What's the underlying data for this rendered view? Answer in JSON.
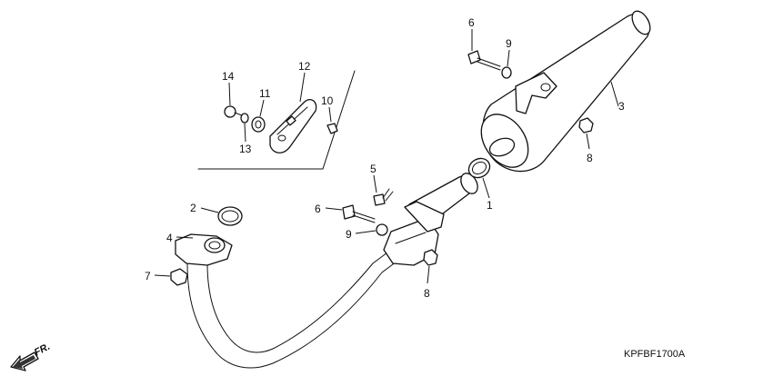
{
  "callouts": [
    {
      "id": "c1",
      "text": "1"
    },
    {
      "id": "c2",
      "text": "2"
    },
    {
      "id": "c3",
      "text": "3"
    },
    {
      "id": "c4",
      "text": "4"
    },
    {
      "id": "c5",
      "text": "5"
    },
    {
      "id": "c6a",
      "text": "6"
    },
    {
      "id": "c6b",
      "text": "6"
    },
    {
      "id": "c7",
      "text": "7"
    },
    {
      "id": "c8a",
      "text": "8"
    },
    {
      "id": "c8b",
      "text": "8"
    },
    {
      "id": "c9a",
      "text": "9"
    },
    {
      "id": "c9b",
      "text": "9"
    },
    {
      "id": "c10",
      "text": "10"
    },
    {
      "id": "c11",
      "text": "11"
    },
    {
      "id": "c12",
      "text": "12"
    },
    {
      "id": "c13",
      "text": "13"
    },
    {
      "id": "c14",
      "text": "14"
    }
  ],
  "diagram_code": "KPFBF1700A",
  "direction_label": "FR."
}
